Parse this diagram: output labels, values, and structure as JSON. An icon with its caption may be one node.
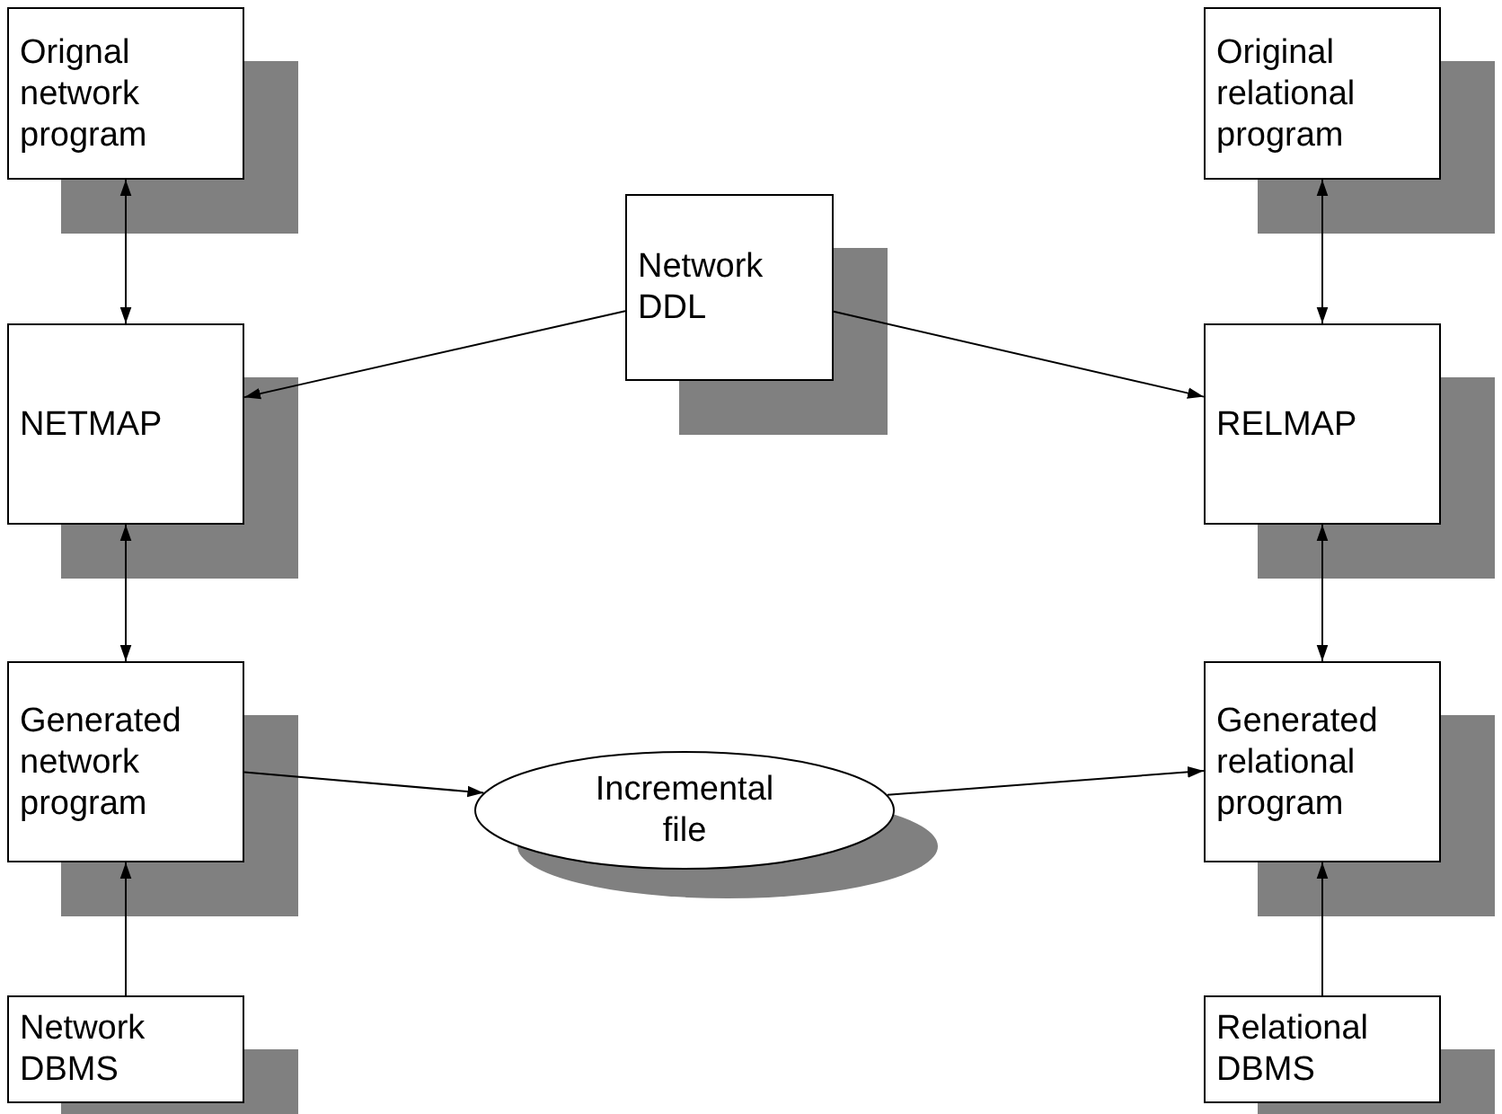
{
  "diagram": {
    "nodes": [
      {
        "text": [
          "Orignal network program"
        ]
      },
      {
        "text": [
          "NETMAP"
        ]
      },
      {
        "text": [
          "Generated network program"
        ]
      },
      {
        "text": [
          "Network DBMS"
        ]
      },
      {
        "text": [
          "Network DDL"
        ]
      },
      {
        "text": [
          "Original relational program"
        ]
      },
      {
        "text": [
          "RELMAP"
        ]
      },
      {
        "text": [
          "Generated relational program"
        ]
      },
      {
        "text": [
          "Relational DBMS"
        ]
      },
      {
        "text": [
          "Incremental file"
        ]
      }
    ],
    "edges": [
      {
        "from": 0,
        "to": 1,
        "arrow": "both"
      },
      {
        "from": 4,
        "to": 1,
        "arrow": "to"
      },
      {
        "from": 4,
        "to": 6,
        "arrow": "to"
      },
      {
        "from": 5,
        "to": 6,
        "arrow": "both"
      },
      {
        "from": 1,
        "to": 2,
        "arrow": "both"
      },
      {
        "from": 6,
        "to": 7,
        "arrow": "both"
      },
      {
        "from": 2,
        "to": 9,
        "arrow": "to"
      },
      {
        "from": 9,
        "to": 7,
        "arrow": "to"
      },
      {
        "from": 3,
        "to": 2,
        "arrow": "to"
      },
      {
        "from": 8,
        "to": 7,
        "arrow": "to"
      }
    ]
  }
}
